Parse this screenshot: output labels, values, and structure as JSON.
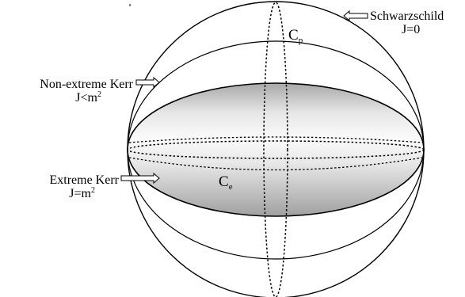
{
  "labels": {
    "schwarzschild": {
      "name": "Schwarzschild",
      "condition": "J=0"
    },
    "nonextreme": {
      "name": "Non-extreme Kerr",
      "condition_base": "J<m",
      "condition_exp": "2"
    },
    "extreme": {
      "name": "Extreme Kerr",
      "condition_base": "J=m",
      "condition_exp": "2"
    },
    "polar_circle": {
      "letter": "C",
      "subscript": "p"
    },
    "equatorial_circle": {
      "letter": "C",
      "subscript": "e"
    }
  },
  "colors": {
    "stroke": "#000000",
    "shade_light": "#ffffff",
    "shade_dark": "#9a9a9a"
  }
}
